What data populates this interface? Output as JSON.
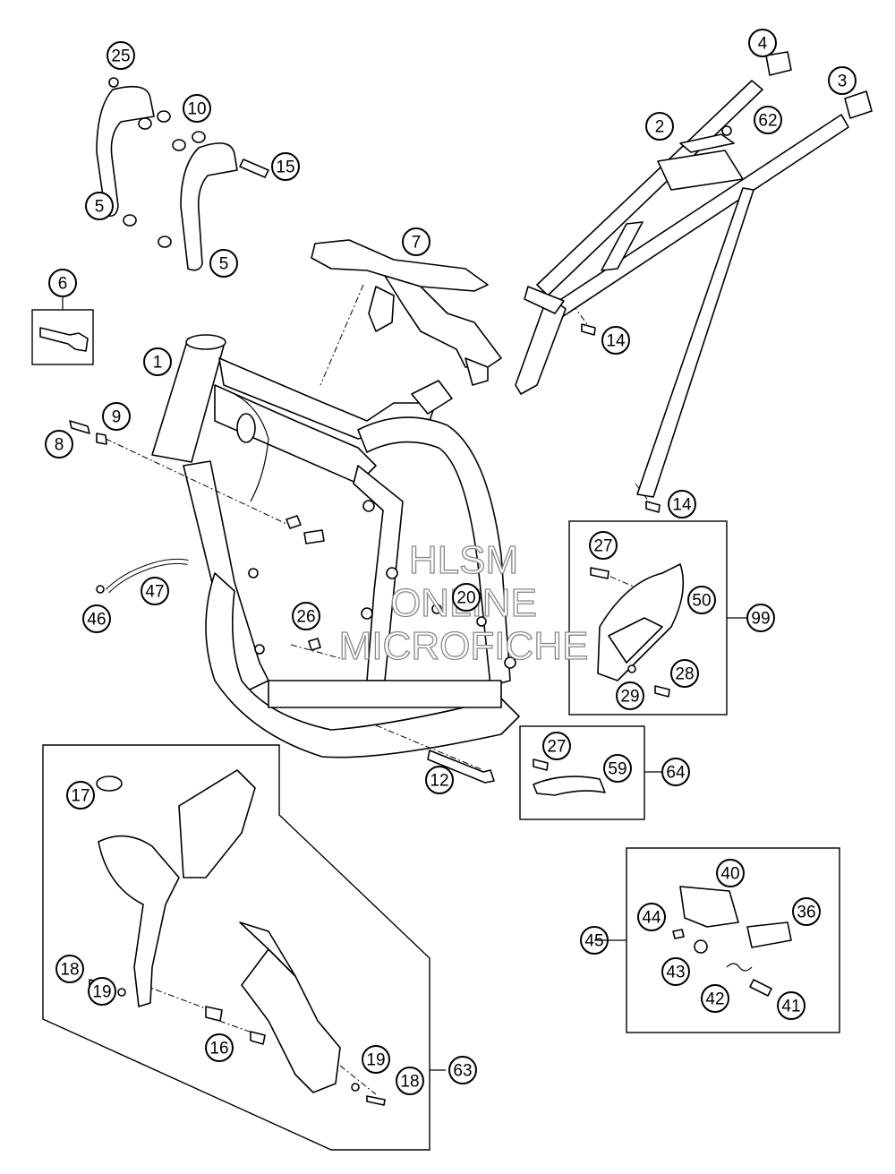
{
  "watermark": {
    "line1": "HLSM",
    "line2": "ONLINE",
    "line3": "MICROFICHE"
  },
  "callouts": [
    "1",
    "2",
    "3",
    "4",
    "5",
    "5",
    "6",
    "7",
    "8",
    "9",
    "10",
    "12",
    "14",
    "14",
    "15",
    "16",
    "17",
    "18",
    "18",
    "19",
    "19",
    "20",
    "25",
    "26",
    "27",
    "27",
    "28",
    "29",
    "36",
    "40",
    "41",
    "42",
    "43",
    "44",
    "45",
    "46",
    "47",
    "50",
    "59",
    "62",
    "63",
    "64",
    "99"
  ],
  "colors": {
    "line": "#000000",
    "background": "#ffffff",
    "watermark_stroke": "#888888"
  }
}
